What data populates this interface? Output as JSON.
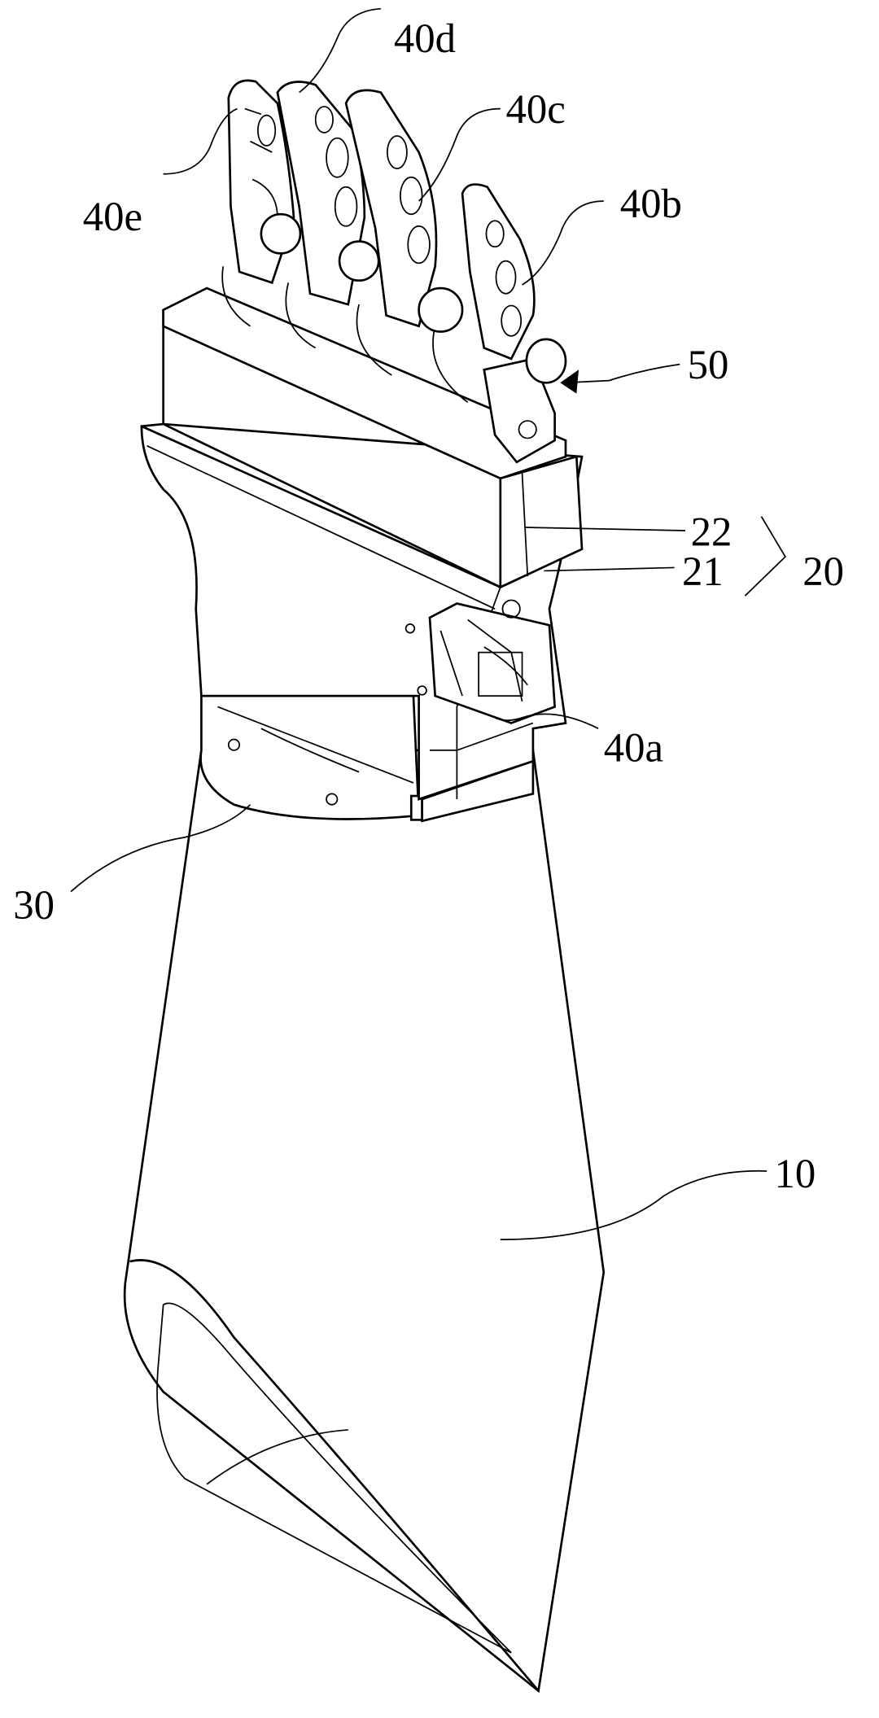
{
  "figure": {
    "labels": {
      "l40d": "40d",
      "l40c": "40c",
      "l40e": "40e",
      "l40b": "40b",
      "l50": "50",
      "l22": "22",
      "l21": "21",
      "l20": "20",
      "l40a": "40a",
      "l30": "30",
      "l10": "10"
    }
  }
}
